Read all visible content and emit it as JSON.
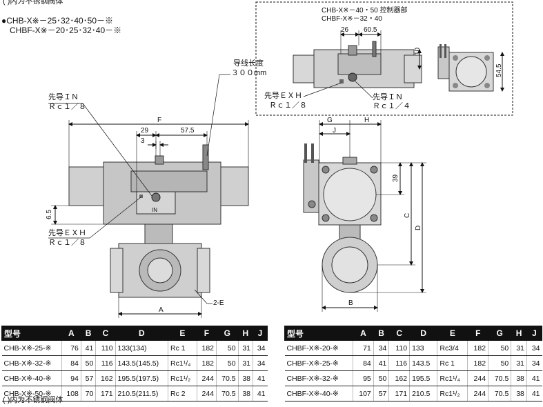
{
  "header": {
    "top_note": "(  )内为不锈钢阀体",
    "model_line1": "●CHB-X※－25･32･40･50－※",
    "model_line2": "CHBF-X※－20･25･32･40－※"
  },
  "detail": {
    "title1": "CHB-X※－40・50  控制器部",
    "title2": "CHBF-X※－32・40",
    "dim_26": "26",
    "dim_605": "60.5",
    "dim_10": "10",
    "dim_545": "54.5",
    "exh_label": "先导ＥＸＨ",
    "exh_size": "Ｒｃ１／８",
    "in_label": "先导ＩＮ",
    "in_size": "Ｒｃ１／４"
  },
  "front": {
    "wire_label": "导线长度",
    "wire_len": "３００mm",
    "in_label": "先导ＩＮ",
    "in_size": "Ｒｃ１／８",
    "exh_label": "先导ＥＸＨ",
    "exh_size": "Ｒｃ１／８",
    "dim_F": "F",
    "dim_29": "29",
    "dim_575": "57.5",
    "dim_3": "3",
    "dim_65": "6.5",
    "dim_A": "A",
    "dim_2E": "2-E",
    "port_in": "IN"
  },
  "side": {
    "dim_G": "G",
    "dim_J": "J",
    "dim_H": "H",
    "dim_39": "39",
    "dim_C": "C",
    "dim_D": "D",
    "dim_B": "B"
  },
  "table_left": {
    "headers": [
      "型号",
      "A",
      "B",
      "C",
      "D",
      "E",
      "F",
      "G",
      "H",
      "J"
    ],
    "rows": [
      [
        "CHB-X※-25-※",
        "76",
        "41",
        "110",
        "133(134)",
        "Rc 1",
        "182",
        "50",
        "31",
        "34"
      ],
      [
        "CHB-X※-32-※",
        "84",
        "50",
        "116",
        "143.5(145.5)",
        "Rc1¹/₄",
        "182",
        "50",
        "31",
        "34"
      ],
      [
        "CHB-X※-40-※",
        "94",
        "57",
        "162",
        "195.5(197.5)",
        "Rc1¹/₂",
        "244",
        "70.5",
        "38",
        "41"
      ],
      [
        "CHB-X※-50-※",
        "108",
        "70",
        "171",
        "210.5(211.5)",
        "Rc 2",
        "244",
        "70.5",
        "38",
        "41"
      ]
    ]
  },
  "table_right": {
    "headers": [
      "型号",
      "A",
      "B",
      "C",
      "D",
      "E",
      "F",
      "G",
      "H",
      "J"
    ],
    "rows": [
      [
        "CHBF-X※-20-※",
        "71",
        "34",
        "110",
        "133",
        "Rc3/4",
        "182",
        "50",
        "31",
        "34"
      ],
      [
        "CHBF-X※-25-※",
        "84",
        "41",
        "116",
        "143.5",
        "Rc 1",
        "182",
        "50",
        "31",
        "34"
      ],
      [
        "CHBF-X※-32-※",
        "95",
        "50",
        "162",
        "195.5",
        "Rc1¹/₄",
        "244",
        "70.5",
        "38",
        "41"
      ],
      [
        "CHBF-X※-40-※",
        "107",
        "57",
        "171",
        "210.5",
        "Rc1¹/₂",
        "244",
        "70.5",
        "38",
        "41"
      ]
    ]
  },
  "footer": {
    "note": "(  )内为不锈钢阀体"
  }
}
